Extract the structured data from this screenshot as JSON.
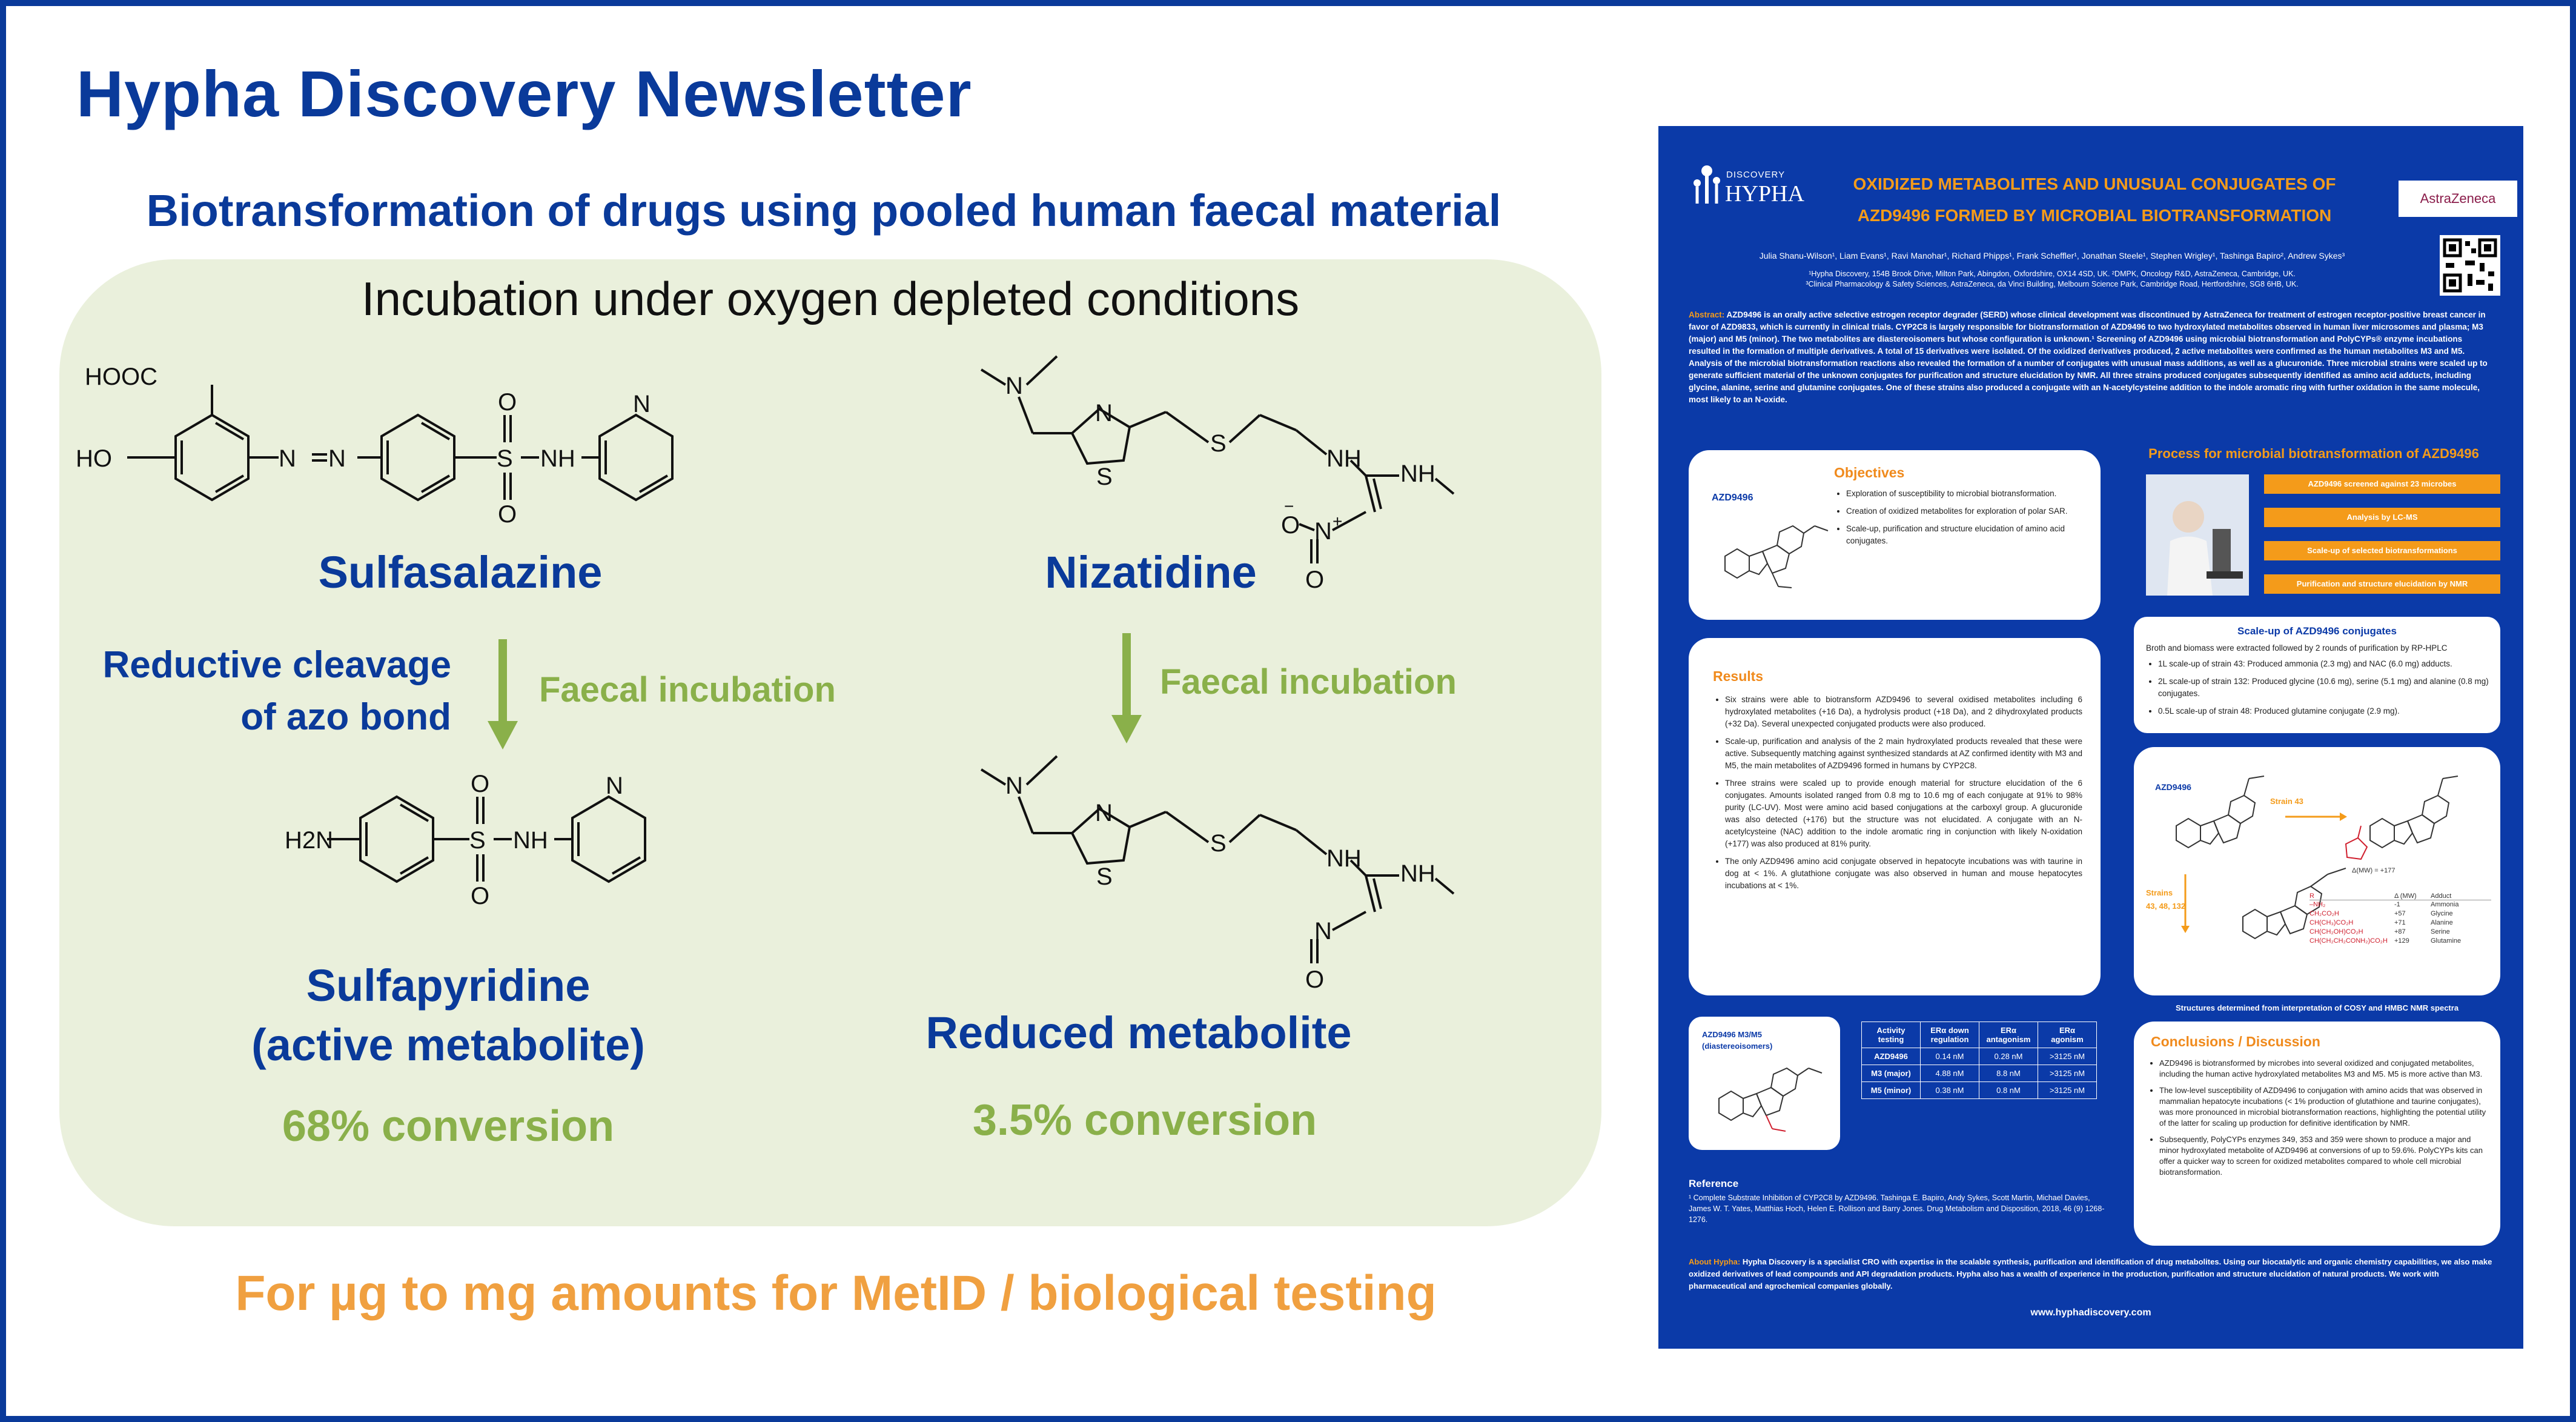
{
  "header": {
    "title": "Hypha Discovery Newsletter",
    "subtitle": "Biotransformation of drugs using pooled human faecal material"
  },
  "panel": {
    "condition": "Incubation under oxygen depleted conditions",
    "left": {
      "drug": "Sulfasalazine",
      "process": [
        "Reductive cleavage",
        "of azo bond"
      ],
      "incubation": "Faecal incubation",
      "product": [
        "Sulfapyridine",
        "(active metabolite)"
      ],
      "conversion": "68% conversion"
    },
    "right": {
      "drug": "Nizatidine",
      "incubation": "Faecal incubation",
      "product": "Reduced metabolite",
      "conversion": "3.5% conversion"
    },
    "atoms": {
      "cooh": "HOOC",
      "ho": "HO",
      "nh": "NH",
      "n": "N",
      "s": "S",
      "o": "O",
      "h2n": "H2N",
      "plus": "+",
      "minus": "−"
    }
  },
  "footer": {
    "tagline": "For µg to mg amounts for MetID / biological testing"
  },
  "poster": {
    "logo": {
      "top": "DISCOVERY",
      "name": "HYPHA"
    },
    "title": [
      "OXIDIZED METABOLITES AND UNUSUAL CONJUGATES OF",
      "AZD9496 FORMED BY MICROBIAL BIOTRANSFORMATION"
    ],
    "partner_logo": "AstraZeneca",
    "authors": "Julia Shanu-Wilson¹, Liam Evans¹, Ravi Manohar¹, Richard Phipps¹, Frank Scheffler¹, Jonathan Steele¹, Stephen Wrigley¹, Tashinga Bapiro², Andrew Sykes³",
    "affiliations": [
      "¹Hypha Discovery, 154B Brook Drive, Milton Park, Abingdon, Oxfordshire, OX14 4SD, UK. ²DMPK, Oncology R&D, AstraZeneca, Cambridge, UK.",
      "³Clinical Pharmacology & Safety Sciences, AstraZeneca, da Vinci Building, Melbourn Science Park, Cambridge Road, Hertfordshire, SG8 6HB, UK."
    ],
    "abstract_label": "Abstract:",
    "abstract": "AZD9496 is an orally active selective estrogen receptor degrader (SERD) whose clinical development was discontinued by AstraZeneca for treatment of estrogen receptor-positive breast cancer in favor of AZD9833, which is currently in clinical trials. CYP2C8 is largely responsible for biotransformation of AZD9496 to two hydroxylated metabolites observed in human liver microsomes and plasma; M3 (major) and M5 (minor). The two metabolites are diastereoisomers but whose configuration is unknown.¹ Screening of AZD9496 using microbial biotransformation and PolyCYPs® enzyme incubations resulted in the formation of multiple derivatives. A total of 15 derivatives were isolated. Of the oxidized derivatives produced, 2 active metabolites were confirmed as the human metabolites M3 and M5. Analysis of the microbial biotransformation reactions also revealed the formation of a number of conjugates with unusual mass additions, as well as a glucuronide. Three microbial strains were scaled up to generate sufficient material of the unknown conjugates for purification and structure elucidation by NMR. All three strains produced conjugates subsequently identified as amino acid adducts, including glycine, alanine, serine and glutamine conjugates. One of these strains also produced a conjugate with an N-acetylcysteine addition to the indole aromatic ring with further oxidation in the same molecule, most likely to an N-oxide.",
    "objectives": {
      "mol": "AZD9496",
      "title": "Objectives",
      "items": [
        "Exploration of susceptibility to microbial biotransformation.",
        "Creation of oxidized metabolites for exploration of polar SAR.",
        "Scale-up, purification and structure elucidation of amino acid conjugates."
      ]
    },
    "process": {
      "title": "Process for microbial biotransformation of AZD9496",
      "steps": [
        "AZD9496 screened against 23 microbes",
        "Analysis by LC-MS",
        "Scale-up of selected biotransformations",
        "Purification and structure elucidation by NMR"
      ]
    },
    "results": {
      "title": "Results",
      "items": [
        "Six strains were able to biotransform AZD9496 to several oxidised metabolites including 6 hydroxylated metabolites (+16 Da), a hydrolysis product (+18 Da), and 2 dihydroxylated products (+32 Da). Several unexpected conjugated products were also produced.",
        "Scale-up, purification and analysis of the 2 main hydroxylated products revealed that these were active. Subsequently matching against synthesized standards at AZ confirmed identity with M3 and M5, the main metabolites of AZD9496 formed in humans by CYP2C8.",
        "Three strains were scaled up to provide enough material for structure elucidation of the 6 conjugates. Amounts isolated ranged from 0.8 mg to 10.6 mg of each conjugate at 91% to 98% purity (LC-UV). Most were amino acid based conjugations at the carboxyl group. A glucuronide was also detected (+176) but the structure was not elucidated. A conjugate with an N-acetylcysteine (NAC) addition to the indole aromatic ring in conjunction with likely N-oxidation (+177) was also produced at 81% purity.",
        "The only AZD9496 amino acid conjugate observed in hepatocyte incubations was with taurine in dog at < 1%. A glutathione conjugate was also observed in human and mouse hepatocytes incubations at < 1%."
      ]
    },
    "scaleup": {
      "title": "Scale-up of AZD9496 conjugates",
      "intro": "Broth and biomass were extracted followed by 2 rounds of purification by RP-HPLC",
      "items": [
        "1L scale-up of strain 43: Produced ammonia (2.3 mg) and NAC (6.0 mg) adducts.",
        "2L scale-up of strain 132: Produced glycine (10.6 mg), serine (5.1 mg) and alanine (0.8 mg) conjugates.",
        "0.5L scale-up of strain 48: Produced glutamine conjugate (2.9 mg)."
      ]
    },
    "nmr": {
      "mol": "AZD9496",
      "strain": "Strain 43",
      "strains": [
        "Strains",
        "43, 48, 132"
      ],
      "mass": "Δ(MW) = +177",
      "table_head": [
        "R",
        "Δ (MW)",
        "Adduct"
      ],
      "rows": [
        [
          "–NH₂",
          "-1",
          "Ammonia"
        ],
        [
          "CH₂CO₂H",
          "+57",
          "Glycine"
        ],
        [
          "CH(CH₃)CO₂H",
          "+71",
          "Alanine"
        ],
        [
          "CH(CH₂OH)CO₂H",
          "+87",
          "Serine"
        ],
        [
          "CH(CH₂CH₂CONH₂)CO₂H",
          "+129",
          "Glutamine"
        ]
      ],
      "caption": "Structures determined from interpretation of COSY and HMBC NMR spectra"
    },
    "activity": {
      "mol_label": [
        "AZD9496 M3/M5",
        "(diastereoisomers)"
      ],
      "head": [
        "Activity testing",
        "ERα down regulation",
        "ERα antagonism",
        "ERα agonism"
      ],
      "rows": [
        [
          "AZD9496",
          "0.14 nM",
          "0.28 nM",
          ">3125 nM"
        ],
        [
          "M3 (major)",
          "4.88 nM",
          "8.8 nM",
          ">3125 nM"
        ],
        [
          "M5 (minor)",
          "0.38 nM",
          "0.8 nM",
          ">3125 nM"
        ]
      ]
    },
    "conclusions": {
      "title": "Conclusions / Discussion",
      "items": [
        "AZD9496 is biotransformed by microbes into several oxidized and conjugated metabolites, including the human active hydroxylated metabolites M3 and M5. M5 is more active than M3.",
        "The low-level susceptibility of AZD9496 to conjugation with amino acids that was observed in mammalian hepatocyte incubations (< 1% production of glutathione and taurine conjugates), was more pronounced in microbial biotransformation reactions, highlighting the potential utility of the latter for scaling up production for definitive identification by NMR.",
        "Subsequently, PolyCYPs enzymes 349, 353 and 359 were shown to produce a major and minor hydroxylated metabolite of AZD9496 at conversions of up to 59.6%. PolyCYPs kits can offer a quicker way to screen for oxidized metabolites compared to whole cell microbial biotransformation."
      ]
    },
    "reference": {
      "title": "Reference",
      "text": "¹ Complete Substrate Inhibition of CYP2C8 by AZD9496. Tashinga E. Bapiro, Andy Sykes, Scott Martin, Michael Davies, James W. T. Yates, Matthias Hoch, Helen E. Rollison and Barry Jones. Drug Metabolism and Disposition, 2018, 46 (9) 1268-1276."
    },
    "about_label": "About Hypha:",
    "about": "Hypha Discovery is a specialist CRO with expertise in the scalable synthesis, purification and identification of drug metabolites. Using our biocatalytic and organic chemistry capabilities, we also make oxidized derivatives of lead compounds and API degradation products. Hypha also has a wealth of experience in the production, purification and structure elucidation of natural products. We work with pharmaceutical and agrochemical companies globally.",
    "url": "www.hyphadiscovery.com"
  },
  "colors": {
    "brand_blue": "#0a3a9a",
    "green": "#8ab04a",
    "orange": "#f0a040",
    "panel": "#eaf0dc"
  }
}
